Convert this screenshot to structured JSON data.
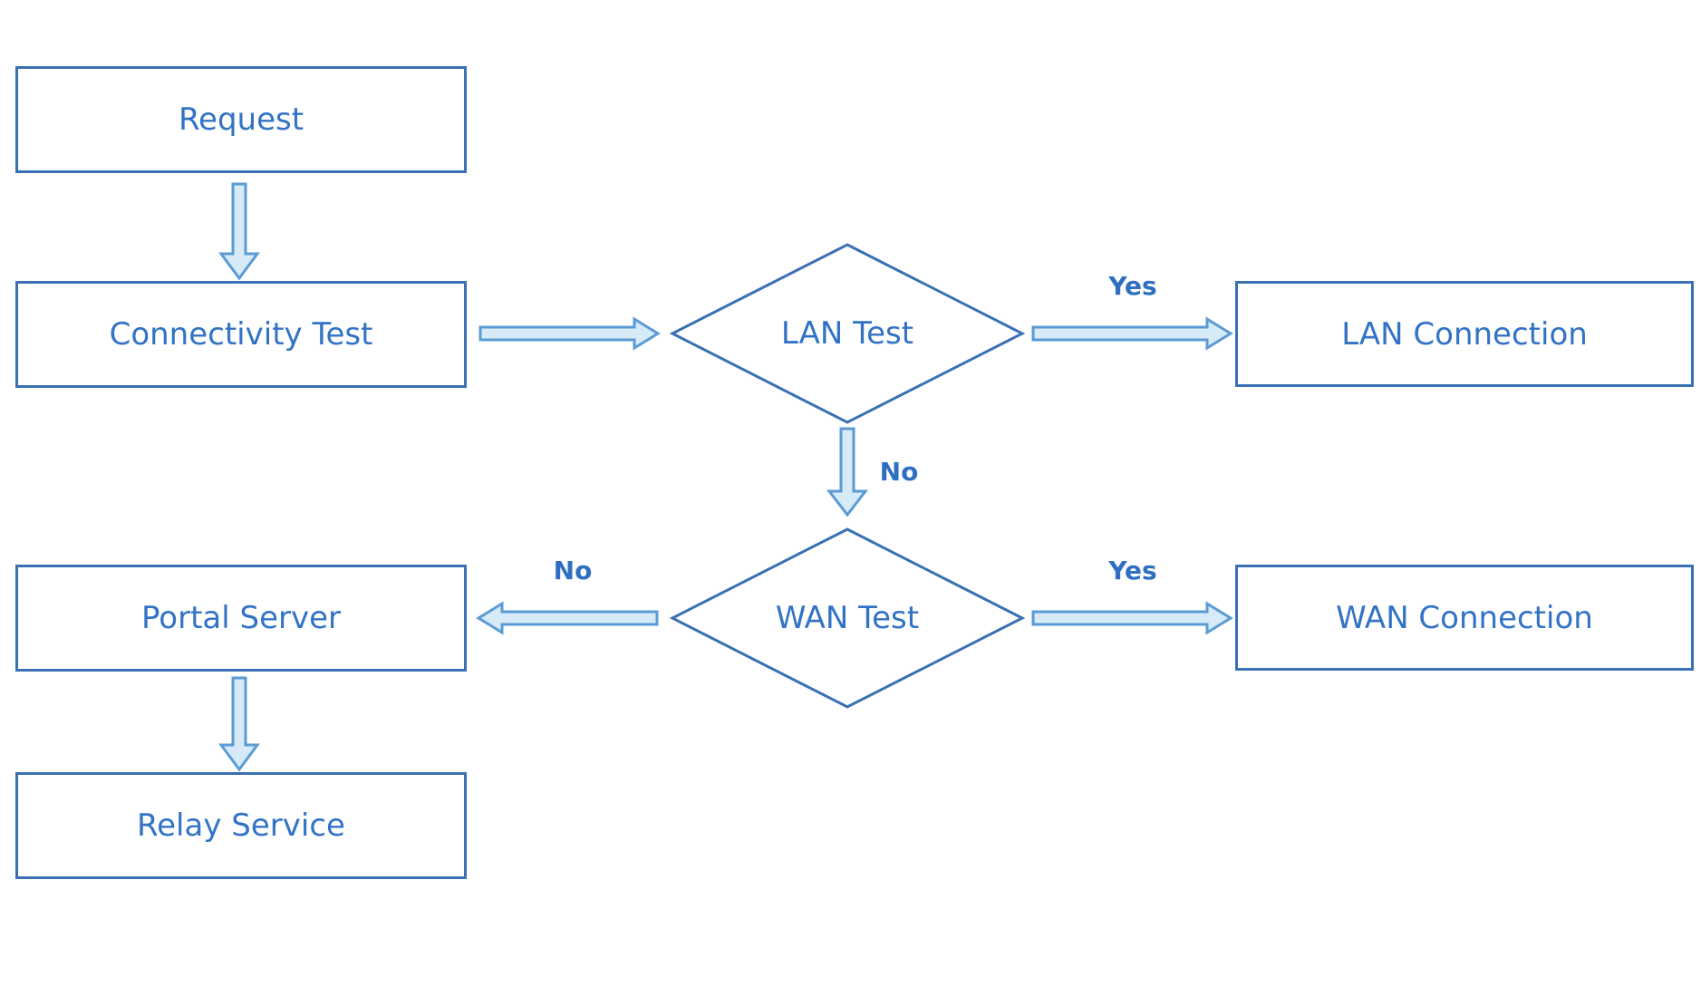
{
  "diagram": {
    "background": "#ffffff"
  },
  "colors": {
    "bg": "#ffffff",
    "node_border": "#3a70b4",
    "node_text": "#3273c5",
    "arrow_fill": "#d6eaf8",
    "arrow_stroke": "#5b9bd5",
    "label_text": "#2e6fc2"
  },
  "nodes": {
    "request": {
      "label": "Request",
      "shape": "rectangle"
    },
    "connectivity": {
      "label": "Connectivity Test",
      "shape": "rectangle"
    },
    "lan_test": {
      "label": "LAN Test",
      "shape": "diamond"
    },
    "lan_connection": {
      "label": "LAN Connection",
      "shape": "rectangle"
    },
    "wan_test": {
      "label": "WAN Test",
      "shape": "diamond"
    },
    "wan_connection": {
      "label": "WAN Connection",
      "shape": "rectangle"
    },
    "portal_server": {
      "label": "Portal Server",
      "shape": "rectangle"
    },
    "relay_service": {
      "label": "Relay Service",
      "shape": "rectangle"
    }
  },
  "edge_labels": {
    "lan_yes": "Yes",
    "lan_no": "No",
    "wan_yes": "Yes",
    "wan_no": "No"
  }
}
